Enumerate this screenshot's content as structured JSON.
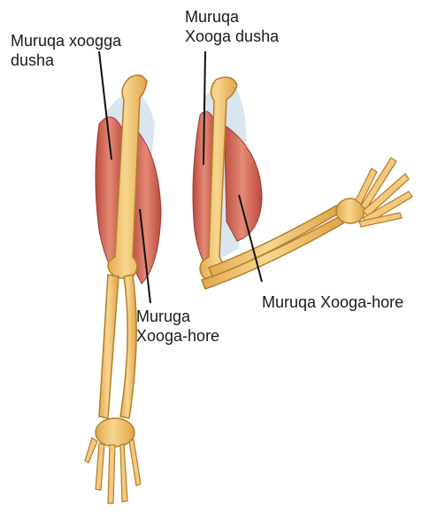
{
  "labels": {
    "left_biceps": [
      "Muruqa xoogga",
      "dusha"
    ],
    "right_biceps": [
      "Muruqa",
      "Xooga dusha"
    ],
    "left_triceps": [
      "Muruga",
      "Xooga-hore"
    ],
    "right_triceps": "Muruqa Xooga-hore"
  },
  "colors": {
    "bone": "#f3c67a",
    "bone_outline": "#b27f2b",
    "muscle": "#d96a5a",
    "muscle_dark": "#b94a3e",
    "tendon": "#cfe1ee",
    "leader": "#111111"
  }
}
